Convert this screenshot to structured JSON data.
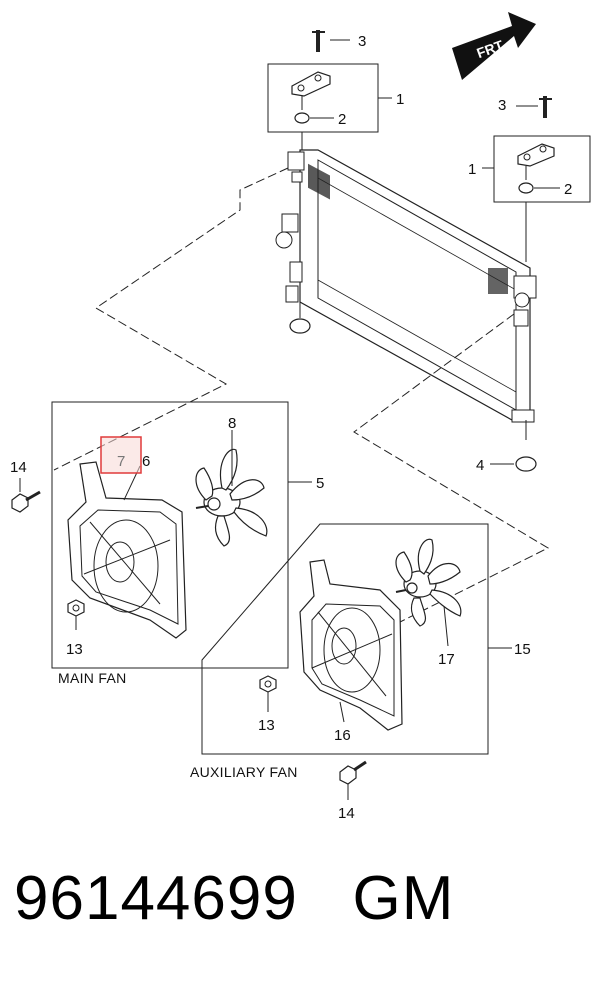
{
  "direction_arrow": {
    "label": "FRT"
  },
  "callouts": {
    "c1_top": "1",
    "c2_top": "2",
    "c3_top": "3",
    "c1_right": "1",
    "c2_right": "2",
    "c3_right": "3",
    "c4": "4",
    "c5": "5",
    "c6": "6",
    "c7": "7",
    "c8": "8",
    "c13_main": "13",
    "c13_aux": "13",
    "c14_main": "14",
    "c14_aux": "14",
    "c15": "15",
    "c16": "16",
    "c17": "17"
  },
  "captions": {
    "main_fan": "MAIN FAN",
    "auxiliary_fan": "AUXILIARY FAN"
  },
  "highlight": {
    "callout": "7",
    "color": "#e03a3a"
  },
  "footer": {
    "part_number": "96144699",
    "brand": "GM"
  }
}
